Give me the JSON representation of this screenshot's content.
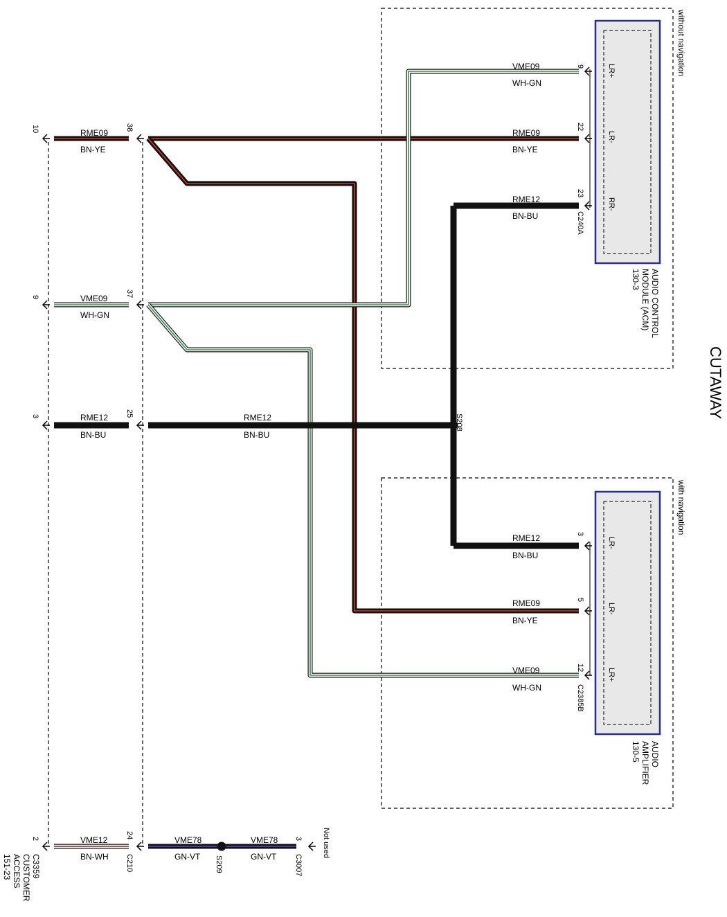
{
  "title": "CUTAWAY",
  "colors": {
    "brown": "#111111",
    "red_tracer": "#d23a2a",
    "green_tracer": "#3c8a4a",
    "violet_tracer": "#5b3fa8",
    "module_border": "#2a2f8a",
    "module_fill": "#e8e8e8"
  },
  "boxes": {
    "without_nav": "without navigation",
    "with_nav": "with navigation"
  },
  "modules": {
    "acm": {
      "name_line1": "AUDIO CONTROL",
      "name_line2": "MODULE (ACM)",
      "ref": "130-3",
      "connector": "C240A",
      "pins": [
        {
          "num": "9",
          "label": "LR+"
        },
        {
          "num": "22",
          "label": "LR-"
        },
        {
          "num": "23",
          "label": "RR-"
        }
      ]
    },
    "amp": {
      "name_line1": "AUDIO",
      "name_line2": "AMPLIFIER",
      "ref": "130-5",
      "connector": "C2385B",
      "pins": [
        {
          "num": "3",
          "label": "LR-"
        },
        {
          "num": "5",
          "label": "LR-"
        },
        {
          "num": "12",
          "label": "LR+"
        }
      ]
    }
  },
  "wires": {
    "acm_vme09": {
      "circuit": "VME09",
      "color": "WH-GN"
    },
    "acm_rme09": {
      "circuit": "RME09",
      "color": "BN-YE"
    },
    "acm_rme12": {
      "circuit": "RME12",
      "color": "BN-BU"
    },
    "amp_rme12": {
      "circuit": "RME12",
      "color": "BN-BU"
    },
    "amp_rme09": {
      "circuit": "RME09",
      "color": "BN-YE"
    },
    "amp_vme09": {
      "circuit": "VME09",
      "color": "WH-GN"
    },
    "mid_rme12": {
      "circuit": "RME12",
      "color": "BN-BU"
    },
    "left_rme09": {
      "circuit": "RME09",
      "color": "BN-YE"
    },
    "left_vme09": {
      "circuit": "VME09",
      "color": "WH-GN"
    },
    "left_rme12": {
      "circuit": "RME12",
      "color": "BN-BU"
    },
    "left_vme12": {
      "circuit": "VME12",
      "color": "BN-WH"
    },
    "vme78_a": {
      "circuit": "VME78",
      "color": "GN-VT"
    },
    "vme78_b": {
      "circuit": "VME78",
      "color": "GN-VT"
    }
  },
  "splices": {
    "s208": "S208",
    "s209": "S209"
  },
  "c210": {
    "name": "C210",
    "pins": {
      "p38": "38",
      "p37": "37",
      "p25": "25",
      "p24": "24"
    }
  },
  "c3359": {
    "name": "C3359",
    "desc1": "CUSTOMER",
    "desc2": "ACCESS",
    "ref": "151-23",
    "pins": {
      "p10": "10",
      "p9": "9",
      "p3": "3",
      "p2": "2"
    }
  },
  "c3007": {
    "name": "C3007",
    "pin": "3",
    "note": "Not used"
  }
}
